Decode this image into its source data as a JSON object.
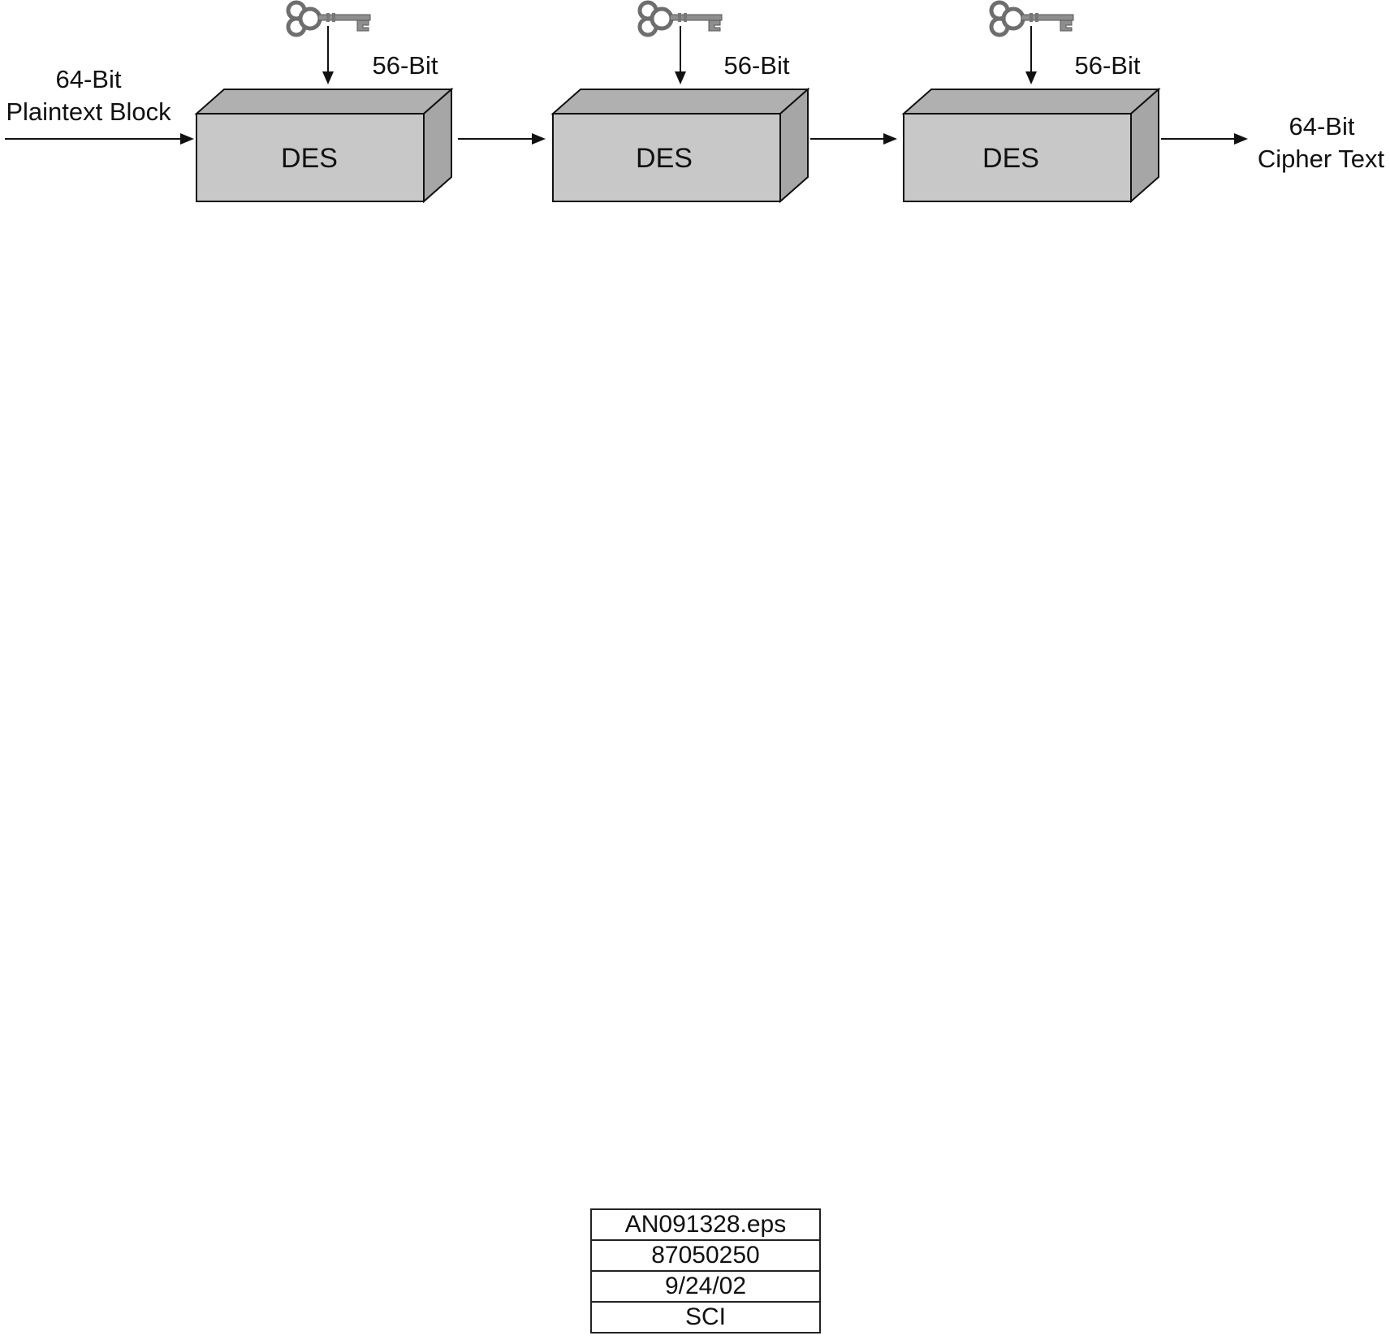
{
  "diagram": {
    "input_label_line1": "64-Bit",
    "input_label_line2": "Plaintext Block",
    "output_label_line1": "64-Bit",
    "output_label_line2": "Cipher Text",
    "stages": [
      {
        "box_label": "DES",
        "key_label": "56-Bit",
        "key_icon": "key-icon"
      },
      {
        "box_label": "DES",
        "key_label": "56-Bit",
        "key_icon": "key-icon"
      },
      {
        "box_label": "DES",
        "key_label": "56-Bit",
        "key_icon": "key-icon"
      }
    ],
    "colors": {
      "box_front": "#c8c8c8",
      "box_top": "#b0b0b0",
      "box_side": "#a6a6a6",
      "key": "#8e8e8e"
    }
  },
  "info_table": {
    "rows": [
      "AN091328.eps",
      "87050250",
      "9/24/02",
      "SCI"
    ]
  }
}
